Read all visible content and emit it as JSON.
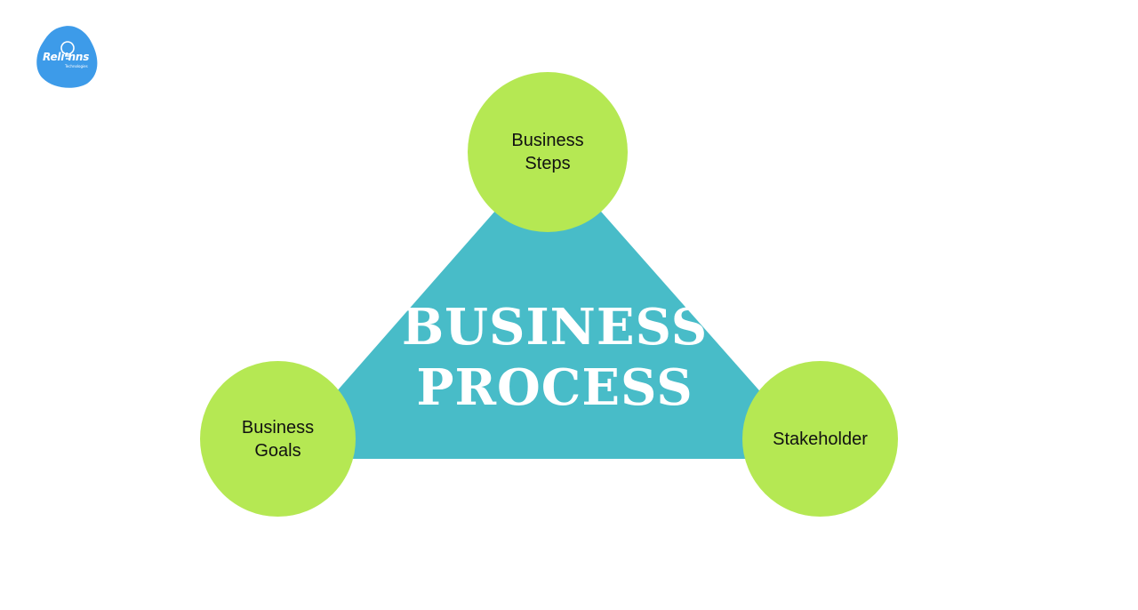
{
  "logo": {
    "text": "Reli’nns",
    "subtext": "Technologies",
    "color": "#3d9be9"
  },
  "diagram": {
    "center_title_line1": "BUSINESS",
    "center_title_line2": "PROCESS",
    "triangle_color": "#48bcc8",
    "node_color": "#b5e853",
    "nodes": [
      {
        "label_line1": "Business",
        "label_line2": "Steps"
      },
      {
        "label_line1": "Business",
        "label_line2": "Goals"
      },
      {
        "label_line1": "Stakeholder",
        "label_line2": ""
      }
    ]
  }
}
